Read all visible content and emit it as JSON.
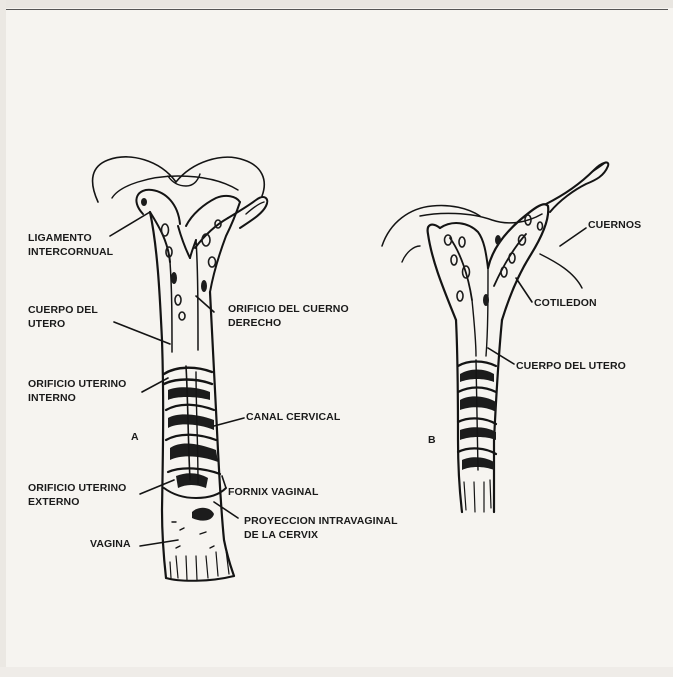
{
  "diagram_a": {
    "panel_letter": "A",
    "labels": {
      "ligamento_1": "LIGAMENTO",
      "ligamento_2": "INTERCORNUAL",
      "cuerpo_1": "CUERPO DEL",
      "cuerpo_2": "UTERO",
      "orificio_cuerno_1": "ORIFICIO DEL CUERNO",
      "orificio_cuerno_2": "DERECHO",
      "orificio_interno_1": "ORIFICIO UTERINO",
      "orificio_interno_2": "INTERNO",
      "canal_cervical": "CANAL CERVICAL",
      "orificio_externo_1": "ORIFICIO UTERINO",
      "orificio_externo_2": "EXTERNO",
      "fornix_vaginal": "FORNIX VAGINAL",
      "proyeccion_1": "PROYECCION INTRAVAGINAL",
      "proyeccion_2": "DE LA CERVIX",
      "vagina": "VAGINA"
    }
  },
  "diagram_b": {
    "panel_letter": "B",
    "labels": {
      "cuernos": "CUERNOS",
      "cotiledon": "COTILEDON",
      "cuerpo_del_utero": "CUERPO DEL UTERO"
    }
  }
}
